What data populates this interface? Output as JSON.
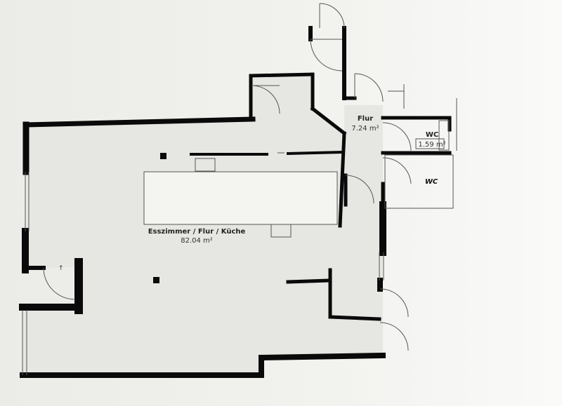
{
  "rooms": [
    {
      "name": "Esszimmer / Flur / Küche",
      "area": "82.04 m²"
    },
    {
      "name": "Flur",
      "area": "7.24 m²"
    },
    {
      "name": "WC",
      "area": "1.59 m²"
    }
  ],
  "annotations": {
    "handwritten_wc": "WC"
  },
  "colors": {
    "wall": "#0a0a0a",
    "floor": "#e8e8e4",
    "thin": "#555555"
  }
}
